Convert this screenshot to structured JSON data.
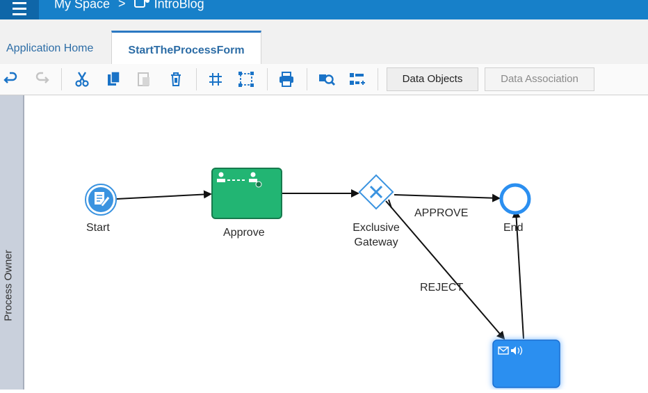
{
  "header": {
    "breadcrumb_root": "My Space",
    "breadcrumb_sep": ">",
    "breadcrumb_current": "IntroBlog"
  },
  "tabs": [
    {
      "label": "Application Home",
      "active": false
    },
    {
      "label": "StartTheProcessForm",
      "active": true
    }
  ],
  "toolbar": {
    "icons": [
      "undo-icon",
      "redo-icon",
      "cut-icon",
      "copy-icon",
      "paste-icon",
      "delete-icon",
      "grid-icon",
      "fit-icon",
      "print-icon",
      "find-icon",
      "layout-icon"
    ],
    "data_objects_label": "Data Objects",
    "data_association_label": "Data Association"
  },
  "lane": {
    "label": "Process Owner"
  },
  "diagram": {
    "start_label": "Start",
    "approve_label": "Approve",
    "gateway_label_line1": "Exclusive",
    "gateway_label_line2": "Gateway",
    "end_label": "End",
    "approve_flow_label": "APPROVE",
    "reject_flow_label": "REJECT"
  },
  "colors": {
    "header": "#1780c9",
    "task_green": "#22b573",
    "task_blue": "#2b8ff0",
    "bpmn_blue": "#3a93e0"
  }
}
